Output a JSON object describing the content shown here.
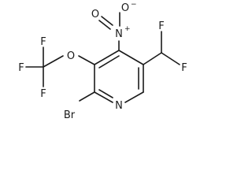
{
  "molecule": {
    "atoms": {
      "br": "Br",
      "n_ring": "N",
      "o_ether": "O",
      "n_nitro": "N",
      "o_nitro_minus": "O",
      "o_nitro_double": "O",
      "f_cf3_top": "F",
      "f_cf3_left": "F",
      "f_cf3_bottom": "F",
      "f_chf2_top": "F",
      "f_chf2_right": "F"
    },
    "charges": {
      "n_nitro": "+",
      "o_nitro_minus": "−"
    }
  }
}
